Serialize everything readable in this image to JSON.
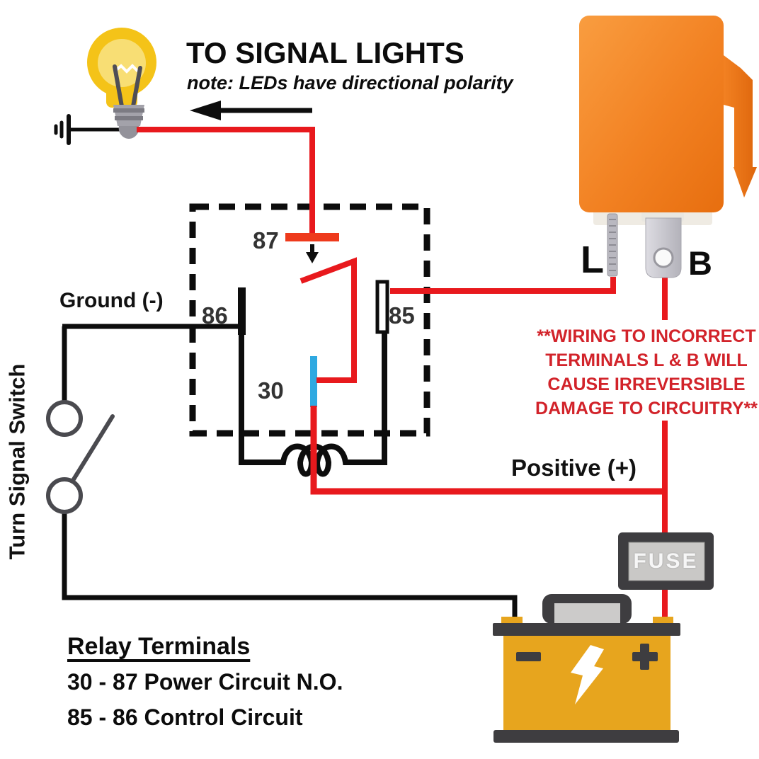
{
  "colors": {
    "wire_red": "#e8191d",
    "wire_black": "#0d0d0d",
    "control_blue": "#2fa9e1",
    "warning_red": "#d2232a",
    "relay_orange": "#f28122",
    "battery_yellow": "#e7a51e",
    "panel_gray": "#3e3d40"
  },
  "header": {
    "title": "TO SIGNAL LIGHTS",
    "note": "note: LEDs have directional polarity"
  },
  "labels": {
    "ground": "Ground (-)",
    "turn_signal_switch": "Turn Signal Switch",
    "positive": "Positive (+)",
    "fuse": "FUSE"
  },
  "relay": {
    "pin_l": "L",
    "pin_b": "B"
  },
  "schematic": {
    "t87": "87",
    "t86": "86",
    "t85": "85",
    "t30": "30"
  },
  "warning": {
    "lines": [
      "**WIRING TO INCORRECT",
      "TERMINALS L & B WILL",
      "CAUSE IRREVERSIBLE",
      "DAMAGE TO CIRCUITRY**"
    ]
  },
  "legend": {
    "title": "Relay Terminals",
    "items": [
      "30 - 87 Power Circuit N.O.",
      "85 - 86 Control Circuit"
    ]
  },
  "battery": {
    "minus_symbol": "-",
    "plus_symbol": "+"
  }
}
